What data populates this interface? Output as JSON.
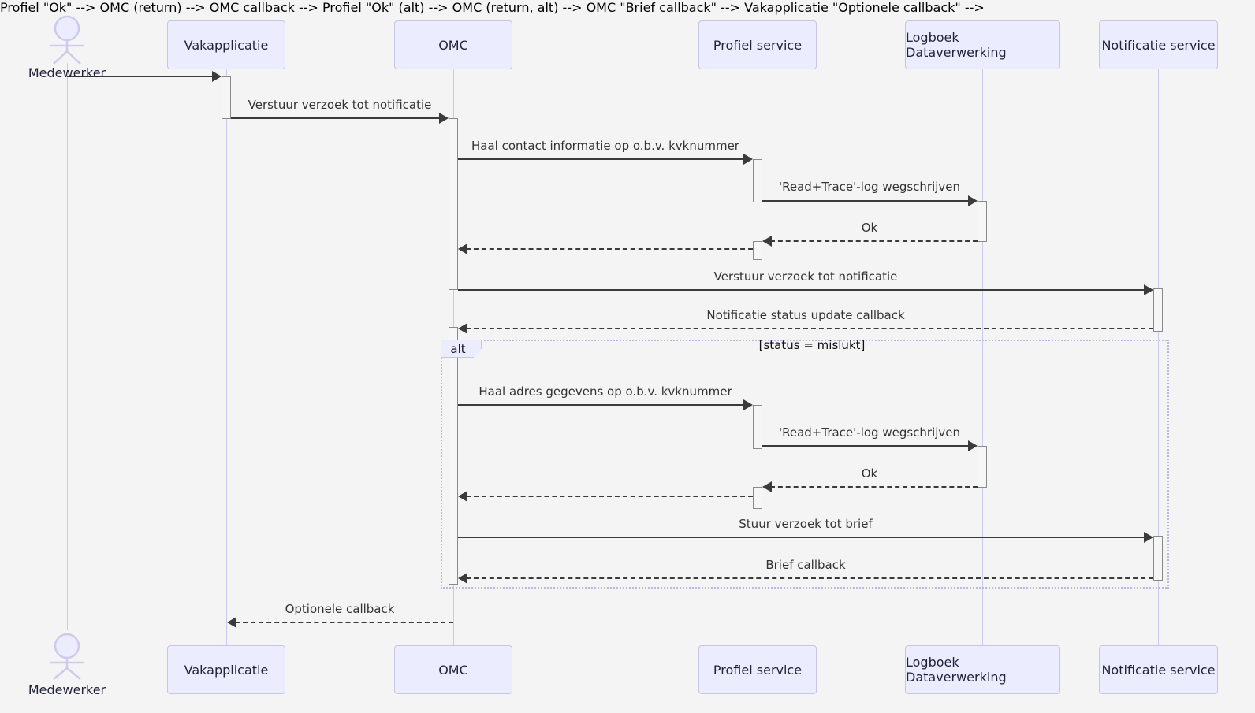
{
  "diagram_type": "sequence",
  "actor": {
    "name": "Medewerker"
  },
  "participants": [
    {
      "label": "Vakapplicatie"
    },
    {
      "label": "OMC"
    },
    {
      "label": "Profiel service"
    },
    {
      "label": "Logboek Dataverwerking"
    },
    {
      "label": "Notificatie service"
    }
  ],
  "messages": [
    {
      "from": "Medewerker",
      "to": "Vakapplicatie",
      "label": "",
      "type": "solid"
    },
    {
      "from": "Vakapplicatie",
      "to": "OMC",
      "label": "Verstuur verzoek tot notificatie",
      "type": "solid"
    },
    {
      "from": "OMC",
      "to": "Profiel service",
      "label": "Haal contact informatie op o.b.v. kvknummer",
      "type": "solid"
    },
    {
      "from": "Profiel service",
      "to": "Logboek Dataverwerking",
      "label": "'Read+Trace'-log wegschrijven",
      "type": "solid"
    },
    {
      "from": "Logboek Dataverwerking",
      "to": "Profiel service",
      "label": "Ok",
      "type": "dashed"
    },
    {
      "from": "Profiel service",
      "to": "OMC",
      "label": "",
      "type": "dashed"
    },
    {
      "from": "OMC",
      "to": "Notificatie service",
      "label": "Verstuur verzoek tot notificatie",
      "type": "solid"
    },
    {
      "from": "Notificatie service",
      "to": "OMC",
      "label": "Notificatie status update callback",
      "type": "dashed"
    },
    {
      "from": "OMC",
      "to": "Profiel service",
      "label": "Haal adres gegevens op o.b.v. kvknummer",
      "type": "solid"
    },
    {
      "from": "Profiel service",
      "to": "Logboek Dataverwerking",
      "label": "'Read+Trace'-log wegschrijven",
      "type": "solid"
    },
    {
      "from": "Logboek Dataverwerking",
      "to": "Profiel service",
      "label": "Ok",
      "type": "dashed"
    },
    {
      "from": "Profiel service",
      "to": "OMC",
      "label": "",
      "type": "dashed"
    },
    {
      "from": "OMC",
      "to": "Notificatie service",
      "label": "Stuur verzoek tot brief",
      "type": "solid"
    },
    {
      "from": "Notificatie service",
      "to": "OMC",
      "label": "Brief callback",
      "type": "dashed"
    },
    {
      "from": "OMC",
      "to": "Vakapplicatie",
      "label": "Optionele callback",
      "type": "dashed"
    }
  ],
  "alt_block": {
    "operator": "alt",
    "condition": "[status = mislukt]"
  },
  "colors": {
    "background": "#f4f4f5",
    "participant_fill": "#ECECFF",
    "participant_border": "#c6c6e4",
    "lifeline": "#c9c9ee",
    "arrow": "#3b3b3b",
    "frame_border": "#b9b9e6"
  }
}
